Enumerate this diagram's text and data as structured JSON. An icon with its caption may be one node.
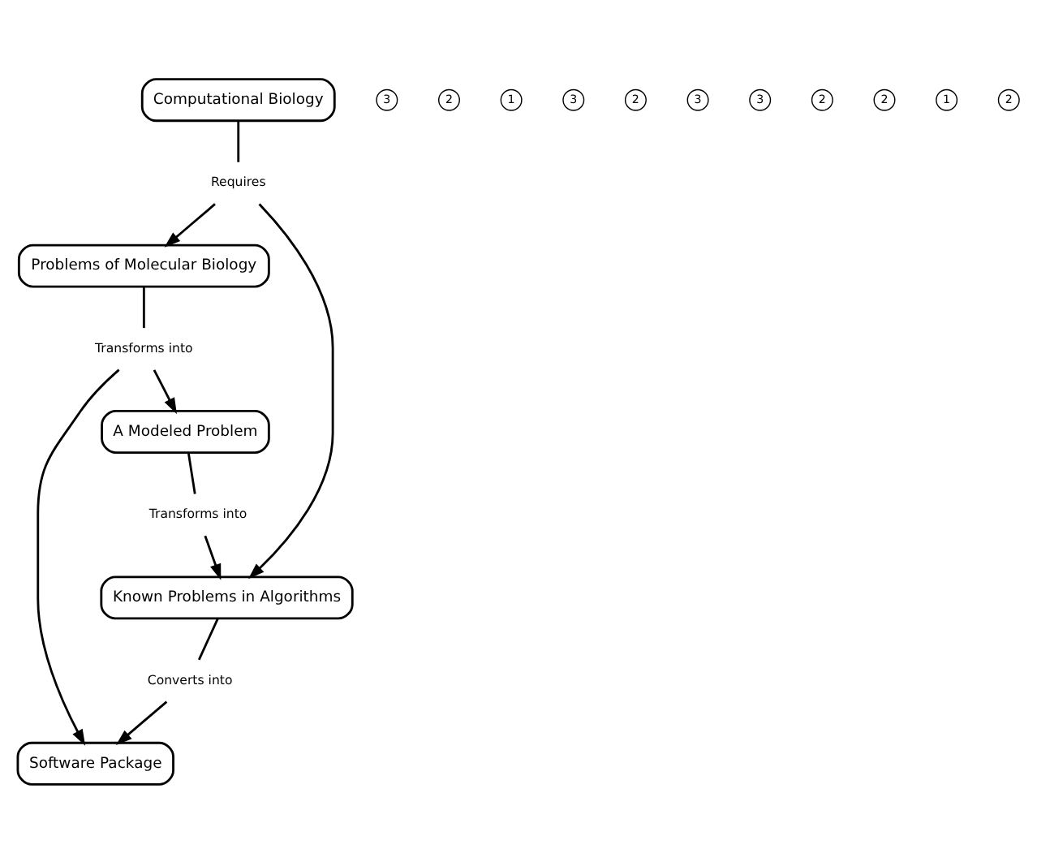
{
  "diagram": {
    "nodes": [
      {
        "text": [
          "Computational Biology"
        ]
      },
      {
        "text": [
          "Problems of Molecular Biology"
        ]
      },
      {
        "text": [
          "Known Problems in Algorithms"
        ]
      },
      {
        "text": [
          "A Modeled Problem"
        ]
      },
      {
        "text": [
          "Software Package"
        ]
      },
      {
        "text": [
          "Requires"
        ]
      },
      {
        "text": [
          "Transforms into"
        ]
      },
      {
        "text": [
          "Transforms into"
        ]
      },
      {
        "text": [
          "Converts into"
        ]
      }
    ],
    "edges": [
      {
        "from": 0,
        "to": 5,
        "arrow": "none"
      },
      {
        "from": 5,
        "to": 1,
        "arrow": "to"
      },
      {
        "from": 5,
        "to": 2,
        "arrow": "to"
      },
      {
        "from": 1,
        "to": 6,
        "arrow": "none"
      },
      {
        "from": 6,
        "to": 3,
        "arrow": "to"
      },
      {
        "from": 6,
        "to": 4,
        "arrow": "to"
      },
      {
        "from": 3,
        "to": 7,
        "arrow": "none"
      },
      {
        "from": 7,
        "to": 2,
        "arrow": "to"
      },
      {
        "from": 2,
        "to": 8,
        "arrow": "none"
      },
      {
        "from": 8,
        "to": 4,
        "arrow": "to"
      }
    ],
    "labels": [
      "3",
      "2",
      "1",
      "3",
      "2",
      "3",
      "3",
      "2",
      "2",
      "1",
      "2"
    ]
  }
}
